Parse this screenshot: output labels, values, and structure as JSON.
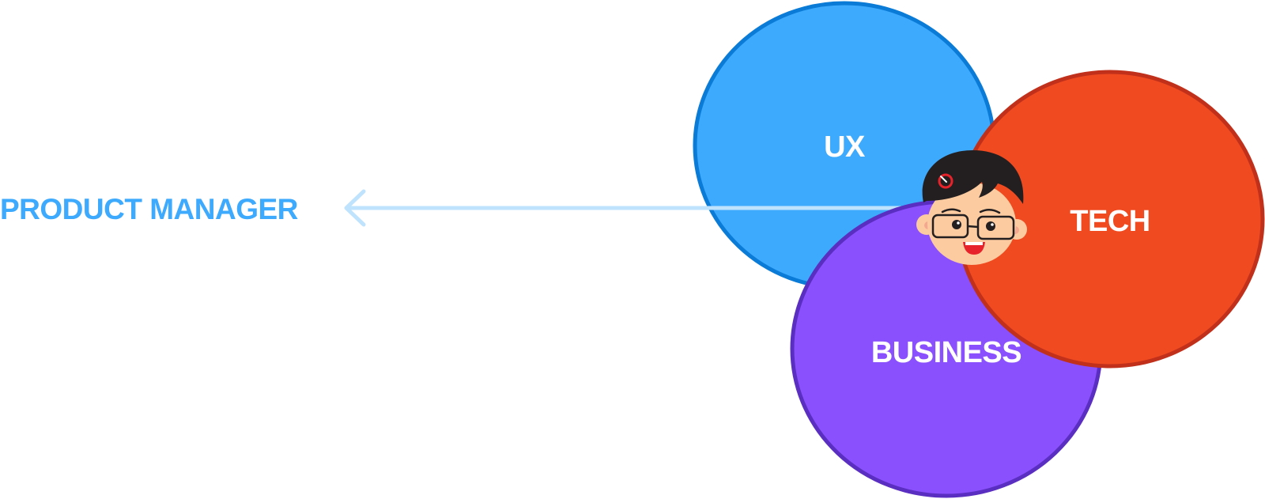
{
  "diagram": {
    "pointer_label": "PRODUCT MANAGER",
    "circles": [
      {
        "id": "ux",
        "label": "UX",
        "fill": "#3DAAFD",
        "stroke": "#0A7BD6"
      },
      {
        "id": "business",
        "label": "BUSINESS",
        "fill": "#8A50FD",
        "stroke": "#5A2EC0"
      },
      {
        "id": "tech",
        "label": "TECH",
        "fill": "#F04A20",
        "stroke": "#C0301A"
      }
    ],
    "colors": {
      "pointer_text": "#3DAAFD",
      "arrow": "#BFE2FD",
      "face_skin": "#FDCBA0",
      "hair": "#231F20",
      "glasses": "#231F20",
      "mouth": "#E8222A",
      "badge": "#E8222A"
    },
    "icons": {
      "arrow": "arrow-left-icon",
      "avatar": "product-manager-avatar-icon"
    }
  }
}
